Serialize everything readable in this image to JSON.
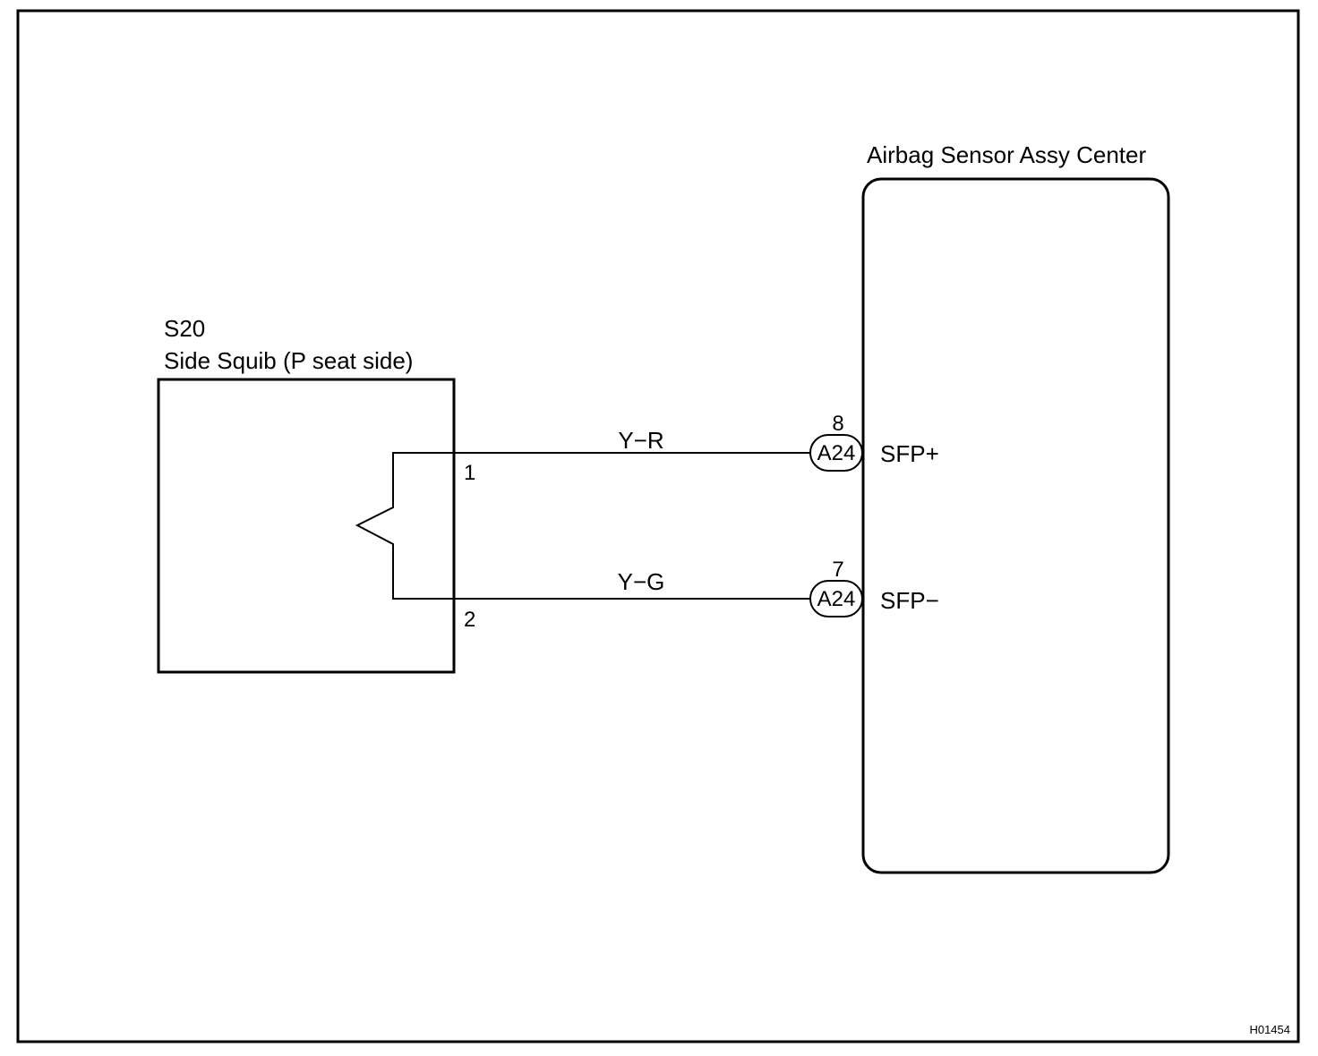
{
  "squib": {
    "code": "S20",
    "name": "Side Squib (P seat side)",
    "pins": [
      "1",
      "2"
    ]
  },
  "ecu": {
    "name": "Airbag Sensor Assy Center",
    "terminals": [
      {
        "pin": "8",
        "connector": "A24",
        "signal": "SFP+"
      },
      {
        "pin": "7",
        "connector": "A24",
        "signal": "SFP−"
      }
    ]
  },
  "wires": [
    {
      "color": "Y−R"
    },
    {
      "color": "Y−G"
    }
  ],
  "diagram_code": "H01454"
}
